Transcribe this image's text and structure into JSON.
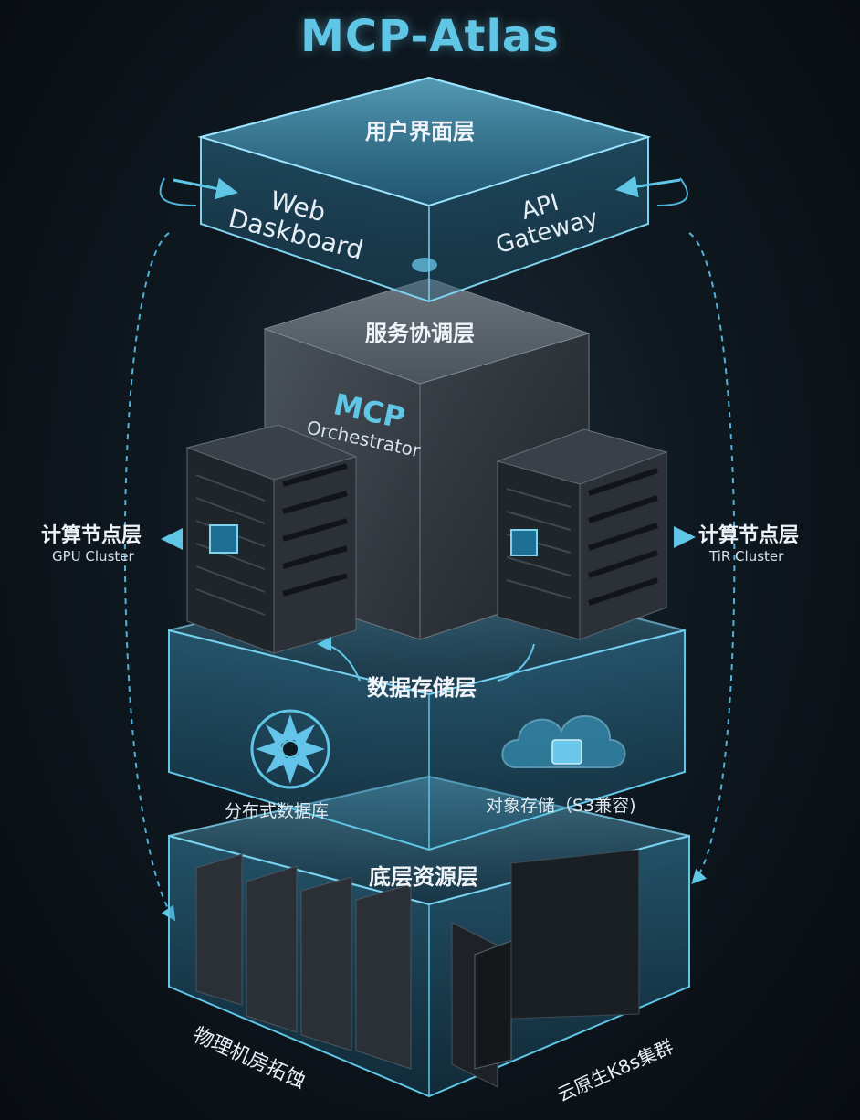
{
  "title": "MCP-Atlas",
  "layers": {
    "ui": {
      "name": "用户界面层",
      "left_item": [
        "Web",
        "Daskboard"
      ],
      "right_item": [
        "API",
        "Gateway"
      ]
    },
    "orchestration": {
      "name": "服务协调层",
      "core": [
        "MCP",
        "Orchestrator"
      ]
    },
    "compute_left": {
      "name": "计算节点层",
      "sub": "GPU Cluster"
    },
    "compute_right": {
      "name": "计算节点层",
      "sub": "TiR Cluster"
    },
    "storage": {
      "name": "数据存储层",
      "left_item": "分布式数据库",
      "right_item": "对象存储（S3兼容)"
    },
    "infra": {
      "name": "底层资源层",
      "left_item": "物理机房拓蚀",
      "right_item": "云原生K8s集群"
    }
  },
  "colors": {
    "accent": "#5fc6e6",
    "glass": "#3f9fc4",
    "server": "#22262b",
    "background": "#0c1117"
  }
}
